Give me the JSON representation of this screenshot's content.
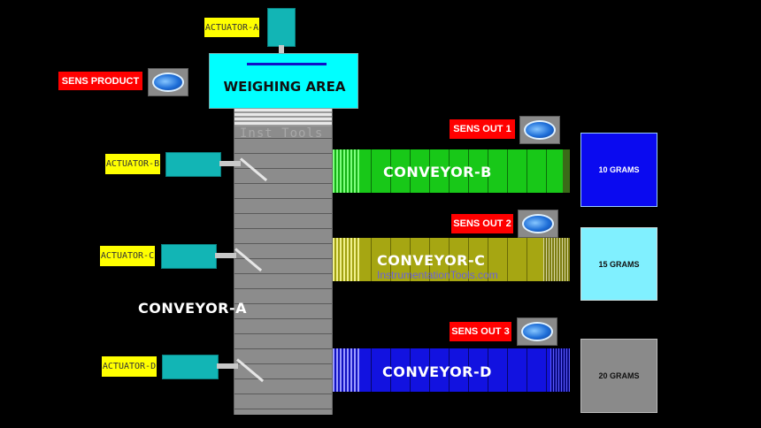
{
  "weighing": {
    "label": "WEIGHING AREA"
  },
  "actuators": {
    "a": "ACTUATOR-A",
    "b": "ACTUATOR-B",
    "c": "ACTUATOR-C",
    "d": "ACTUATOR-D"
  },
  "sensors": {
    "product": "SENS PRODUCT",
    "out1": "SENS OUT 1",
    "out2": "SENS OUT 2",
    "out3": "SENS OUT 3"
  },
  "conveyors": {
    "a": "CONVEYOR-A",
    "b": "CONVEYOR-B",
    "c": "CONVEYOR-C",
    "d": "CONVEYOR-D"
  },
  "watermark": {
    "top": "Inst Tools",
    "main": "InstrumentationTools.com"
  },
  "bins": {
    "b": "10 GRAMS",
    "c": "15 GRAMS",
    "d": "20 GRAMS"
  },
  "colors": {
    "conveyor_b": "#18c818",
    "conveyor_c": "#a6a612",
    "conveyor_d": "#1212e0",
    "bin_b": "#0a0af0",
    "bin_c": "#80f0ff",
    "bin_d": "#8a8a8a",
    "weighing": "#00ffff",
    "tag_actuator": "#ffff00",
    "tag_sensor": "#ff0000"
  },
  "icons": {
    "sensor": "photo-eye-icon"
  }
}
